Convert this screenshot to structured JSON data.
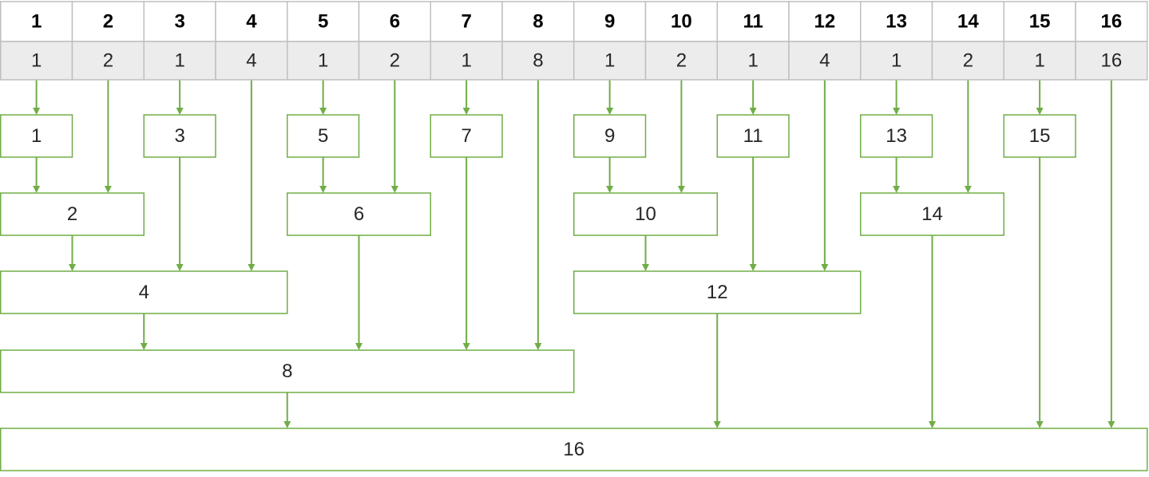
{
  "header_indices": [
    "1",
    "2",
    "3",
    "4",
    "5",
    "6",
    "7",
    "8",
    "9",
    "10",
    "11",
    "12",
    "13",
    "14",
    "15",
    "16"
  ],
  "lowbit_values": [
    "1",
    "2",
    "1",
    "4",
    "1",
    "2",
    "1",
    "8",
    "1",
    "2",
    "1",
    "4",
    "1",
    "2",
    "1",
    "16"
  ],
  "tree_nodes": [
    {
      "label": "1",
      "covers": [
        1,
        1
      ]
    },
    {
      "label": "3",
      "covers": [
        3,
        3
      ]
    },
    {
      "label": "5",
      "covers": [
        5,
        5
      ]
    },
    {
      "label": "7",
      "covers": [
        7,
        7
      ]
    },
    {
      "label": "9",
      "covers": [
        9,
        9
      ]
    },
    {
      "label": "11",
      "covers": [
        11,
        11
      ]
    },
    {
      "label": "13",
      "covers": [
        13,
        13
      ]
    },
    {
      "label": "15",
      "covers": [
        15,
        15
      ]
    },
    {
      "label": "2",
      "covers": [
        1,
        2
      ]
    },
    {
      "label": "6",
      "covers": [
        5,
        6
      ]
    },
    {
      "label": "10",
      "covers": [
        9,
        10
      ]
    },
    {
      "label": "14",
      "covers": [
        13,
        14
      ]
    },
    {
      "label": "4",
      "covers": [
        1,
        4
      ]
    },
    {
      "label": "12",
      "covers": [
        9,
        12
      ]
    },
    {
      "label": "8",
      "covers": [
        1,
        8
      ]
    },
    {
      "label": "16",
      "covers": [
        1,
        16
      ]
    }
  ],
  "colors": {
    "edge": "#70ad47",
    "node_border": "#70ad47",
    "header_border": "#bfbfbf",
    "value_row_fill": "#ececec"
  }
}
